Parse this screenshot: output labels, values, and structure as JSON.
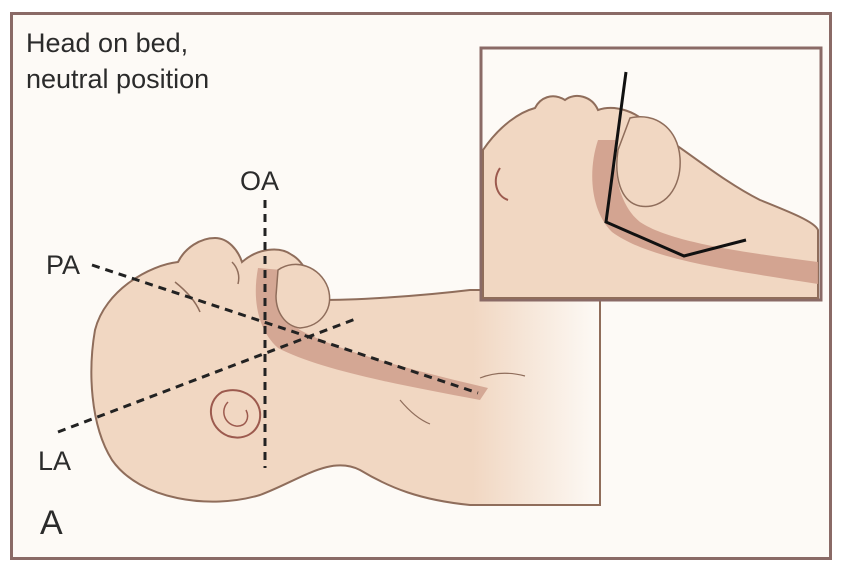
{
  "figure": {
    "caption_line1": "Head on bed,",
    "caption_line2": "neutral position",
    "panel_letter": "A",
    "axes": {
      "oa": "OA",
      "pa": "PA",
      "la": "LA"
    }
  },
  "colors": {
    "frame_border": "#8a6a66",
    "skin": "#f1d7c2",
    "skin_outline": "#8f6d5b",
    "airway": "#cf9f8c",
    "axis_line": "#222222",
    "background": "#fdfaf6"
  }
}
